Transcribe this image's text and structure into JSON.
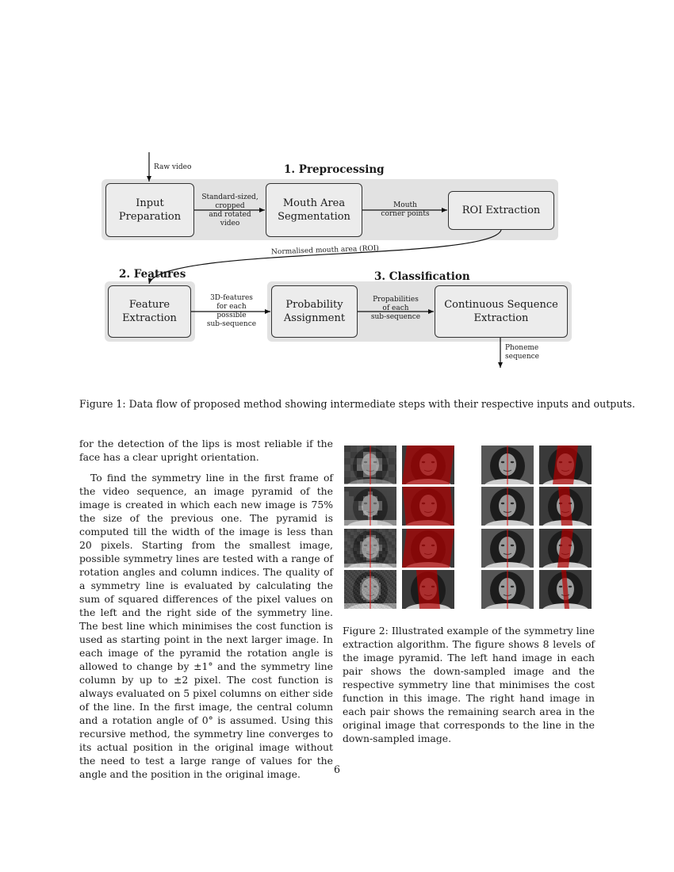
{
  "figure1": {
    "groups": {
      "preprocessing": "1.  Preprocessing",
      "features": "2.  Features",
      "classification": "3.  Classification"
    },
    "boxes": {
      "input_preparation": "Input\nPreparation",
      "mouth_area_segmentation": "Mouth Area\nSegmentation",
      "roi_extraction": "ROI Extraction",
      "feature_extraction": "Feature\nExtraction",
      "probability_assignment": "Probability\nAssignment",
      "continuous_sequence_extraction": "Continuous Sequence\nExtraction"
    },
    "edges": {
      "raw_video": "Raw video",
      "standard_sized": "Standard-sized,\ncropped\nand rotated\nvideo",
      "mouth_corner_points": "Mouth\ncorner points",
      "normalised_mouth_area": "Normalised mouth area (ROI)",
      "features_3d": "3D-features\nfor each\npossible\nsub-sequence",
      "propabilities": "Propabilities\nof each\nsub-sequence",
      "phoneme_sequence": "Phoneme\nsequence"
    },
    "caption": "Figure 1: Data flow of proposed method showing intermediate steps with their respective inputs and outputs."
  },
  "body_text": {
    "paragraph_1": "for the detection of the lips is most reliable if the face has a clear upright orientation.",
    "paragraph_2": "To find the symmetry line in the first frame of the video sequence, an image pyramid of the image is created in which each new image is 75% the size of the previous one. The pyramid is computed till the width of the image is less than 20 pixels. Starting from the smallest image, possible symmetry lines are tested with a range of rotation angles and column indices. The quality of a symmetry line is evaluated by calculating the sum of squared differences of the pixel values on the left and the right side of the symmetry line. The best line which minimises the cost function is used as starting point in the next larger image. In each image of the pyramid the rotation angle is allowed to change by ±1° and the symmetry line column by up to ±2 pixel. The cost function is always evaluated on 5 pixel columns on either side of the line. In the first image, the central column and a rotation angle of 0° is assumed. Using this recursive method, the symmetry line converges to its actual position in the original image without the need to test a large range of values for the angle and the position in the original image."
  },
  "figure2": {
    "caption": "Figure 2: Illustrated example of the symmetry line extraction algorithm. The figure shows 8 levels of the image pyramid. The left hand image in each pair shows the down-sampled image and the respective symmetry line that minimises the cost function in this image. The right hand image in each pair shows the remaining search area in the original image that corresponds to the line in the down-sampled image.",
    "levels": [
      {
        "level": 1,
        "pixel_blocks": 8,
        "search_band": "wide"
      },
      {
        "level": 2,
        "pixel_blocks": 6,
        "search_band": "wide"
      },
      {
        "level": 3,
        "pixel_blocks": 4,
        "search_band": "wide"
      },
      {
        "level": 4,
        "pixel_blocks": 2,
        "search_band": "medium"
      },
      {
        "level": 5,
        "pixel_blocks": 1,
        "search_band": "medium"
      },
      {
        "level": 6,
        "pixel_blocks": 1,
        "search_band": "narrow"
      },
      {
        "level": 7,
        "pixel_blocks": 1,
        "search_band": "narrow"
      },
      {
        "level": 8,
        "pixel_blocks": 1,
        "search_band": "line"
      }
    ],
    "colors": {
      "search_area": "#b00000",
      "symmetry_line": "#d41010"
    }
  },
  "page_number": "6"
}
